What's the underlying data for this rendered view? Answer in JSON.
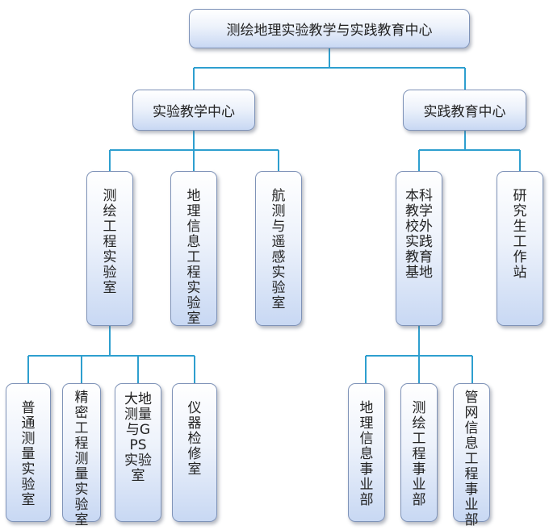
{
  "root": "测绘地理实验教学与实践教育中心",
  "left_branch": {
    "title": "实验教学中心",
    "children": [
      {
        "label": "测绘工程实验室",
        "children": [
          "普通测量实验室",
          "精密工程测量实验室",
          "大地测量与GPS实验室",
          "仪器检修室"
        ]
      },
      {
        "label": "地理信息工程实验室"
      },
      {
        "label": "航测与遥感实验室"
      }
    ]
  },
  "right_branch": {
    "title": "实践教育中心",
    "children": [
      {
        "label": "本科教学校外实践教育基地",
        "children": [
          "地理信息事业部",
          "测绘工程事业部",
          "管网信息工程事业部"
        ]
      },
      {
        "label": "研究生工作站"
      }
    ]
  },
  "colors": {
    "connector": "#2e9fcf",
    "box_border": "#7f93b8",
    "box_top": "#ffffff",
    "box_bottom": "#c8d8f3"
  }
}
